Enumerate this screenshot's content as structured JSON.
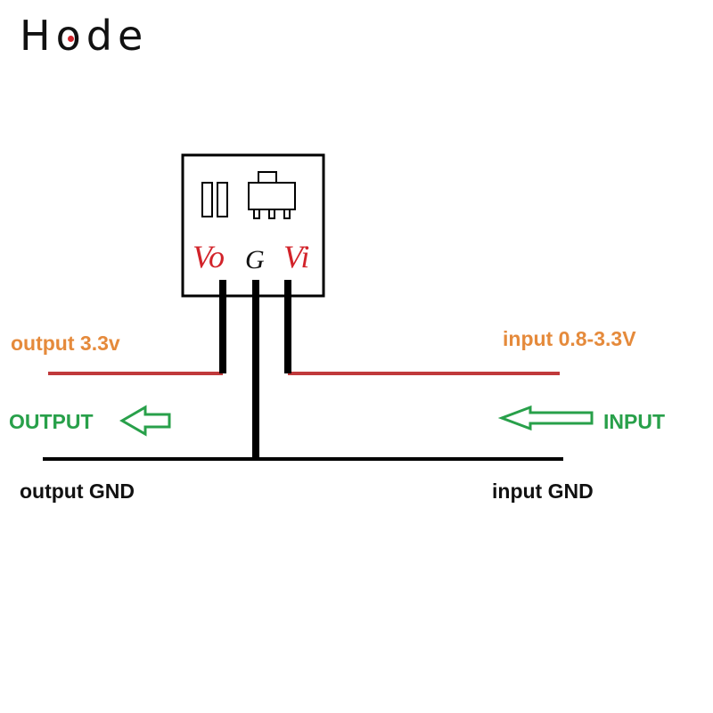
{
  "logo": {
    "before": "H",
    "o": "o",
    "after": "de"
  },
  "module": {
    "pins": [
      "Vo",
      "G",
      "Vi"
    ]
  },
  "labels": {
    "output_voltage": "output 3.3v",
    "input_voltage": "input 0.8-3.3V",
    "output": "OUTPUT",
    "input": "INPUT",
    "output_gnd": "output GND",
    "input_gnd": "input GND"
  },
  "colors": {
    "wire_signal": "#c0393b",
    "wire_ground": "#000000",
    "label_voltage": "#e58a3b",
    "label_direction": "#28a04a",
    "pin_red": "#d2232a",
    "logo_dot": "#d2232a"
  }
}
